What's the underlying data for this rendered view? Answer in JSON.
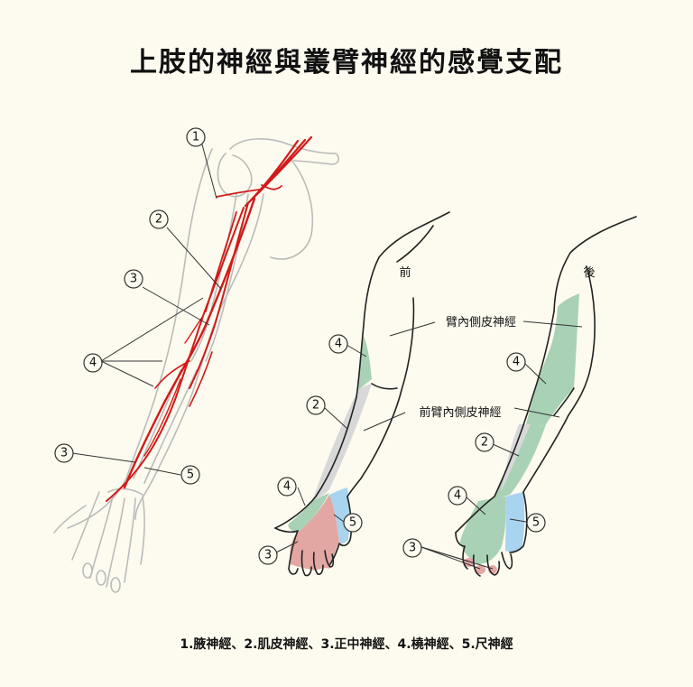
{
  "title": "上肢的神經與叢臂神經的感覺支配",
  "legend": "1.腋神經、2.肌皮神經、3.正中神經、4.橈神經、5.尺神經",
  "labels": {
    "front": "前",
    "back": "後",
    "medial_brachial_cutaneous": "臂內側皮神經",
    "medial_antebrachial_cutaneous": "前臂內側皮神經"
  },
  "markers": {
    "n1": "1",
    "n2": "2",
    "n3": "3",
    "n4": "4",
    "n5": "5"
  },
  "colors": {
    "axillary": "#a9d1b6",
    "musculocutaneous": "#d8d8d8",
    "median": "#e3a7a3",
    "radial": "#9fcfad",
    "ulnar": "#a9d4ef",
    "nerve": "#d11a1a"
  }
}
